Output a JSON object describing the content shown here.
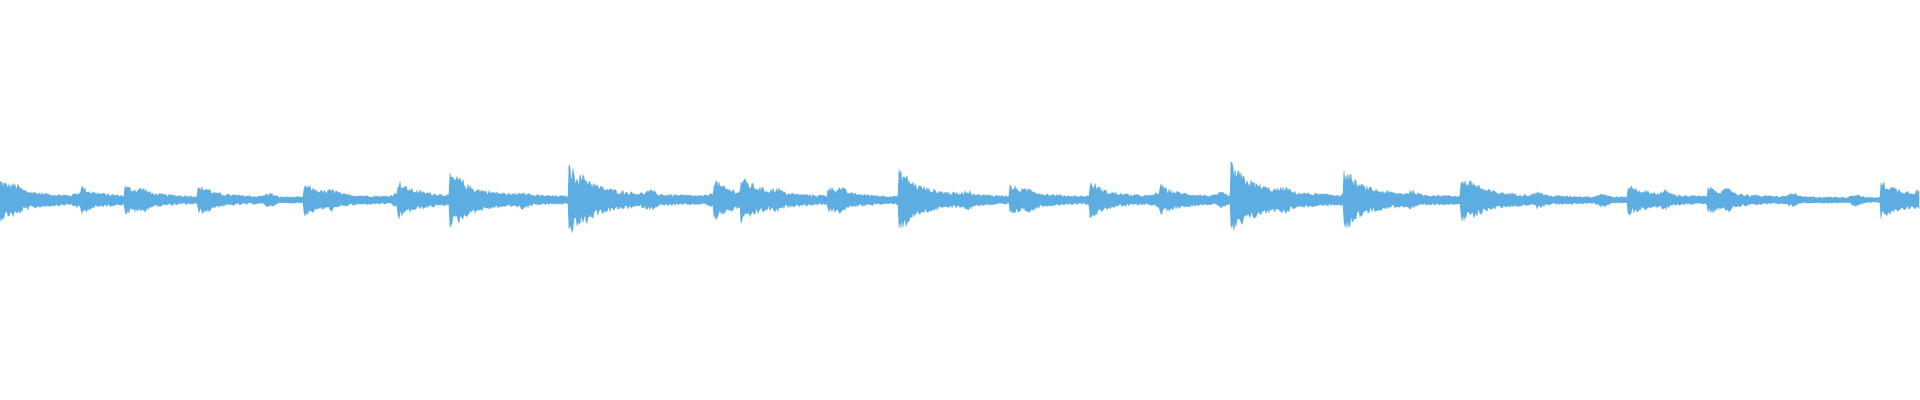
{
  "waveform": {
    "color": "#5DADE2",
    "background": "#ffffff",
    "amplitude_scale_top": 1.0,
    "amplitude_scale_bottom": 1.0,
    "onsets": [
      {
        "t": 0.0,
        "peak": 0.55
      },
      {
        "t": 0.042,
        "peak": 0.3
      },
      {
        "t": 0.065,
        "peak": 0.38
      },
      {
        "t": 0.103,
        "peak": 0.3
      },
      {
        "t": 0.158,
        "peak": 0.42
      },
      {
        "t": 0.207,
        "peak": 0.45
      },
      {
        "t": 0.234,
        "peak": 0.72
      },
      {
        "t": 0.296,
        "peak": 1.0
      },
      {
        "t": 0.372,
        "peak": 0.48
      },
      {
        "t": 0.386,
        "peak": 0.62
      },
      {
        "t": 0.431,
        "peak": 0.35
      },
      {
        "t": 0.468,
        "peak": 0.78
      },
      {
        "t": 0.526,
        "peak": 0.4
      },
      {
        "t": 0.568,
        "peak": 0.38
      },
      {
        "t": 0.604,
        "peak": 0.35
      },
      {
        "t": 0.641,
        "peak": 1.05
      },
      {
        "t": 0.7,
        "peak": 0.75
      },
      {
        "t": 0.761,
        "peak": 0.62
      },
      {
        "t": 0.848,
        "peak": 0.4
      },
      {
        "t": 0.89,
        "peak": 0.35
      },
      {
        "t": 0.98,
        "peak": 0.5
      }
    ]
  }
}
